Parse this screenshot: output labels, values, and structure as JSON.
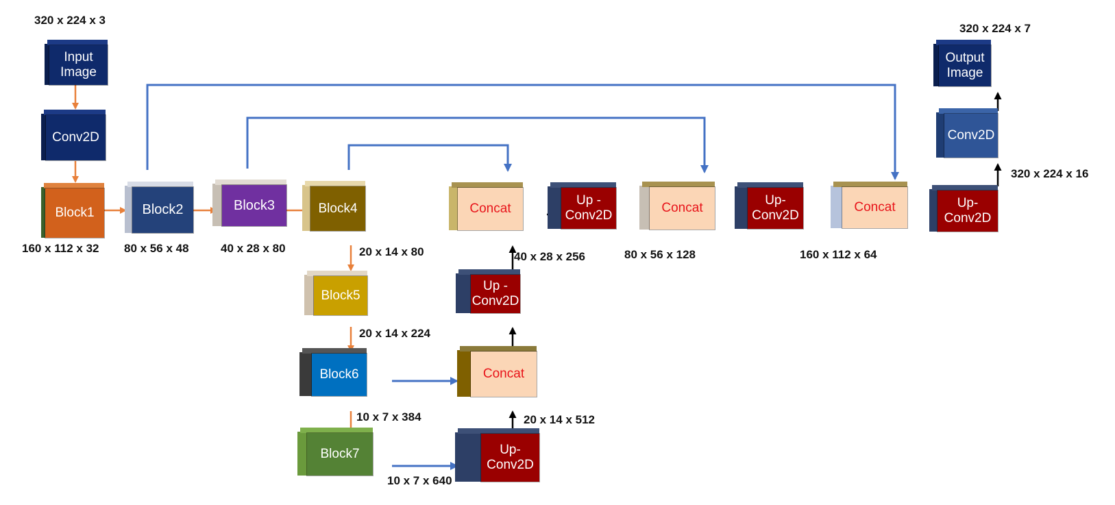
{
  "colors": {
    "orange_arrow": "#e8803a",
    "blue_arrow": "#4472c4",
    "black_arrow": "#000000",
    "navy": "#0f2a6b",
    "conv_blue": "#2f5597",
    "block1": "#d2611c",
    "block2": "#24427a",
    "block3": "#7030a0",
    "block4": "#7f6000",
    "block5": "#c9a000",
    "block6": "#0070c0",
    "block7": "#548235",
    "upconv": "#9a0000",
    "concat_face": "#fbd6b6",
    "concat_body": "#7f6000"
  },
  "nodes": {
    "input_image": "Input Image",
    "conv2d_in": "Conv2D",
    "block1": "Block1",
    "block2": "Block2",
    "block3": "Block3",
    "block4": "Block4",
    "block5": "Block5",
    "block6": "Block6",
    "block7": "Block7",
    "upconv1": "Up-\nConv2D",
    "concat1": "Concat",
    "upconv2": "Up -\nConv2D",
    "concat2": "Concat",
    "upconv3": "Up -\nConv2D",
    "concat3": "Concat",
    "upconv4": "Up-\nConv2D",
    "concat4": "Concat",
    "upconv5": "Up-\nConv2D",
    "conv2d_out": "Conv2D",
    "output_image": "Output\nImage"
  },
  "dims": {
    "input": "320 x 224 x 3",
    "block1": "160 x 112 x 32",
    "block2": "80 x 56 x 48",
    "block3": "40 x 28 x 80",
    "block4": "20 x 14 x 80",
    "block5": "20 x 14 x 224",
    "block6": "10 x 7 x 384",
    "block7": "10 x 7 x 640",
    "upconv1": "20 x  14 x 512",
    "upconv2": "40 x 28 x 256",
    "upconv3": "80 x 56 x 128",
    "upconv4": "160 x 112 x 64",
    "upconv5": "320 x 224 x 16",
    "output": "320 x 224 x 7"
  }
}
